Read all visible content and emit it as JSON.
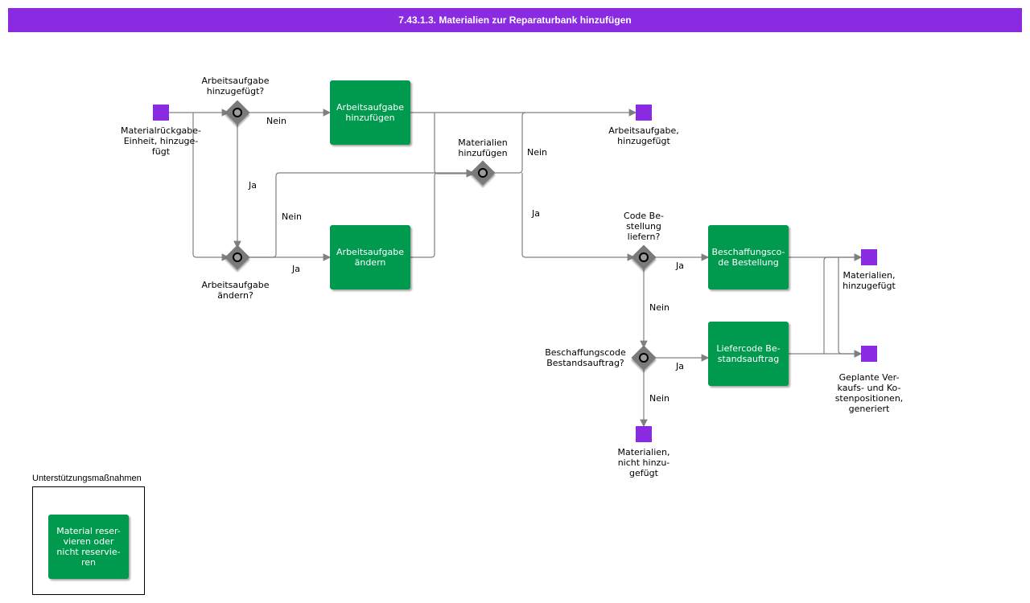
{
  "header": {
    "title": "7.43.1.3. Materialien zur Reparaturbank hinzufügen"
  },
  "colors": {
    "header": "#8a2be2",
    "task": "#009a4e",
    "event": "#8a2be2",
    "gateway": "#7a7a7a",
    "edge": "#808080"
  },
  "events": {
    "start": "Materialrückgabe-\nEinheit, hinzuge-\nfügt",
    "task_added": "Arbeitsaufgabe,\nhinzugefügt",
    "materials_added": "Materialien,\nhinzugefügt",
    "planned_positions": "Geplante Ver-\nkaufs- und Ko-\nstenpositionen,\ngeneriert",
    "materials_not_added": "Materialien,\nnicht hinzu-\ngefügt"
  },
  "gateways": {
    "task_added_q": "Arbeitsaufgabe\nhinzugefügt?",
    "task_change_q": "Arbeitsaufgabe\nändern?",
    "add_materials_q": "Materialien\nhinzufügen",
    "code_order_q": "Code Be-\nstellung\nliefern?",
    "stock_order_q": "Beschaffungscode\nBestandsauftrag?"
  },
  "tasks": {
    "add_task": "Arbeitsaufgabe\nhinzufügen",
    "change_task": "Arbeitsaufgabe\nändern",
    "procurement_code": "Beschaffungsco-\nde Bestellung",
    "delivery_code": "Liefercode Be-\nstandsauftrag",
    "reserve_material": "Material reser-\nvieren oder\nnicht reservie-\nren"
  },
  "edge_labels": {
    "no1": "Nein",
    "yes1": "Ja",
    "no2": "Nein",
    "yes2": "Ja",
    "no3": "Nein",
    "yes3": "Ja",
    "yes4": "Ja",
    "no4": "Nein",
    "yes5": "Ja",
    "no5": "Nein"
  },
  "support": {
    "title": "Unterstützungsmaßnahmen"
  }
}
